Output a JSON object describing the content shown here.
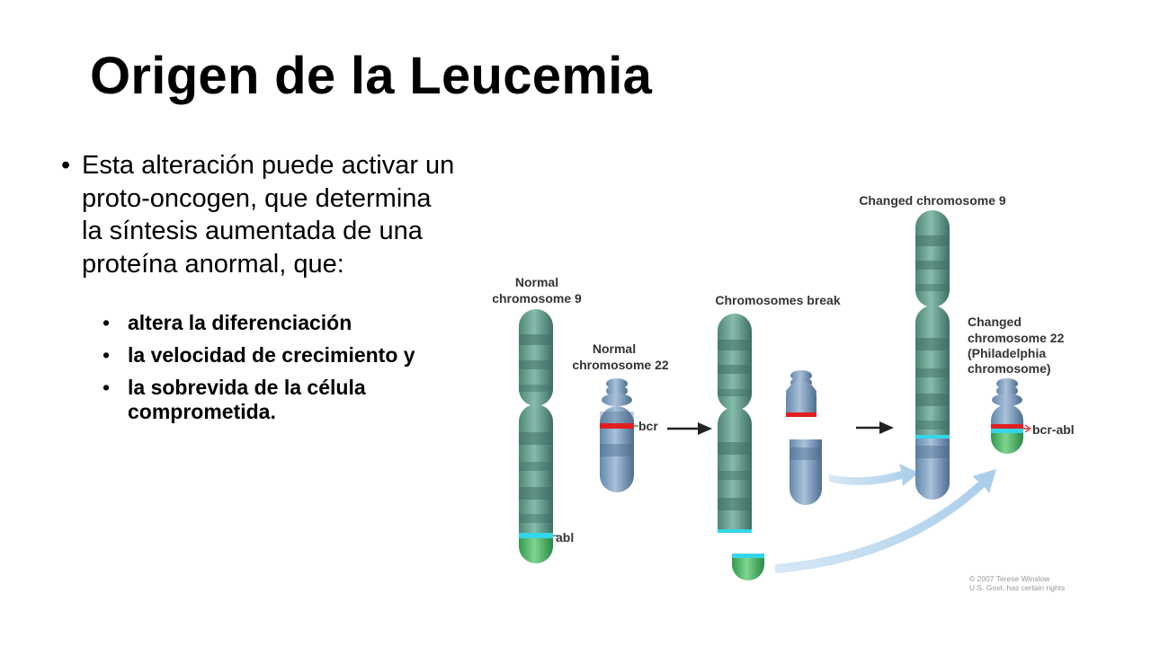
{
  "slide": {
    "title": "Origen de la Leucemia",
    "bullet": "Esta alteración puede activar un proto-oncogen, que determina la síntesis aumentada de una proteína anormal, que:",
    "sub_bullets": [
      "altera la diferenciación",
      "la velocidad de crecimiento y",
      "la sobrevida de la célula comprometida."
    ]
  },
  "figure": {
    "labels": {
      "normal9_line1": "Normal",
      "normal9_line2": "chromosome 9",
      "normal22_line1": "Normal",
      "normal22_line2": "chromosome 22",
      "break": "Chromosomes break",
      "changed9": "Changed chromosome 9",
      "changed22_line1": "Changed",
      "changed22_line2": "chromosome 22",
      "changed22_line3": "(Philadelphia",
      "changed22_line4": "chromosome)",
      "bcr": "bcr",
      "abl": "abl",
      "bcr_abl": "bcr-abl",
      "copyright_line1": "© 2007 Terese Winslow",
      "copyright_line2": "U.S. Govt. has certain rights"
    },
    "colors": {
      "chr9_teal": "#5e9a8a",
      "chr9_dark_band": "#3f6f66",
      "chr22_blue": "#7d9ec0",
      "chr22_dark_band": "#4e6d91",
      "bcr_red": "#e02020",
      "abl_cyan": "#33d6e8",
      "abl_green": "#3fb562",
      "arrow_light_blue": "#a9cdea"
    }
  }
}
